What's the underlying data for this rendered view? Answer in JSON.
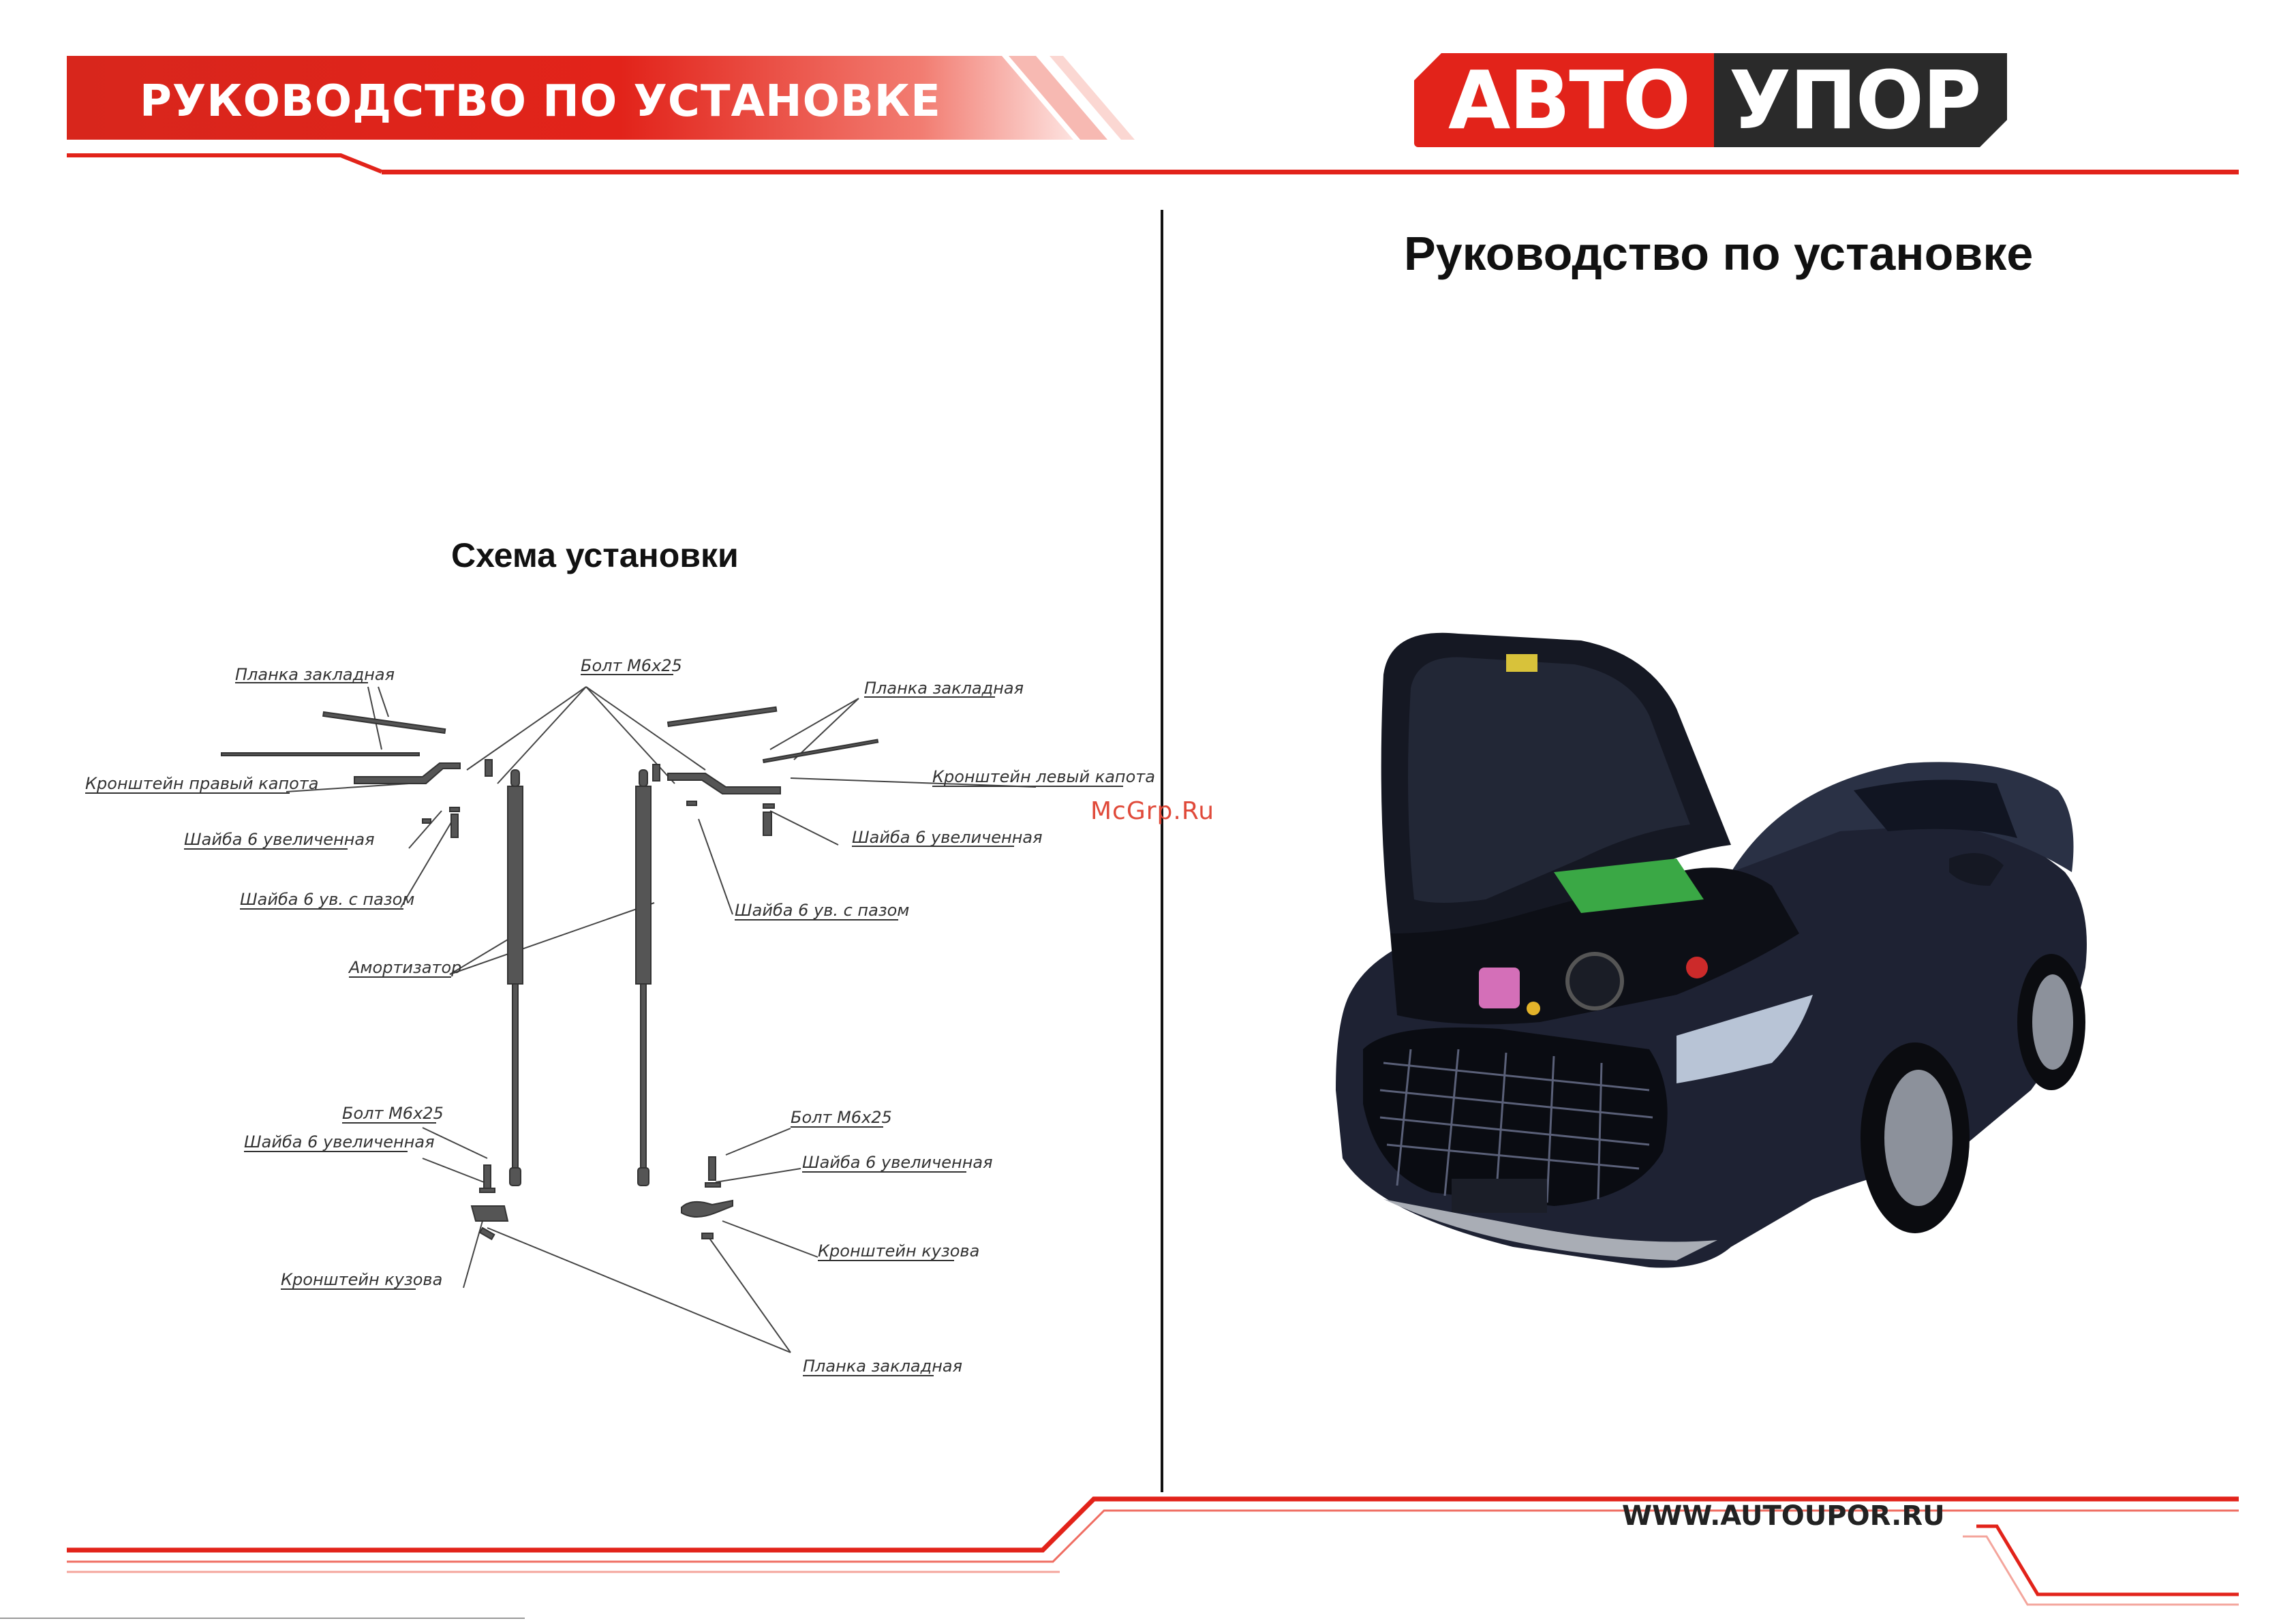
{
  "header": {
    "title": "РУКОВОДСТВО ПО УСТАНОВКЕ"
  },
  "logo": {
    "part_a": "АВТО",
    "part_b": "УПОР"
  },
  "right_panel": {
    "title": "Руководство по установке"
  },
  "left_panel": {
    "title": "Схема установки",
    "labels": {
      "planka_1": "Планка закладная",
      "bolt_top": "Болт М6х25",
      "planka_2": "Планка закладная",
      "kron_right": "Кронштейн правый капота",
      "kron_left": "Кронштейн левый капота",
      "shaiba_l": "Шайба 6 увеличенная",
      "shaiba_r": "Шайба 6 увеличенная",
      "shaiba_paz_l": "Шайба 6 ув. с пазом",
      "shaiba_paz_r": "Шайба 6 ув. с пазом",
      "amort": "Амортизатор",
      "bolt_bl": "Болт М6х25",
      "bolt_br": "Болт М6х25",
      "shaiba_bl": "Шайба 6 увеличенная",
      "shaiba_br": "Шайба 6 увеличенная",
      "kron_kuz_l": "Кронштейн кузова",
      "kron_kuz_r": "Кронштейн кузова",
      "planka_bottom": "Планка закладная"
    }
  },
  "watermark": "McGrp.Ru",
  "footer": {
    "url": "WWW.AUTOUPOR.RU"
  },
  "colors": {
    "brand_red": "#e2231a",
    "dark": "#2a2a2a"
  },
  "icons": {
    "car": "car-hood-open-illustration"
  }
}
